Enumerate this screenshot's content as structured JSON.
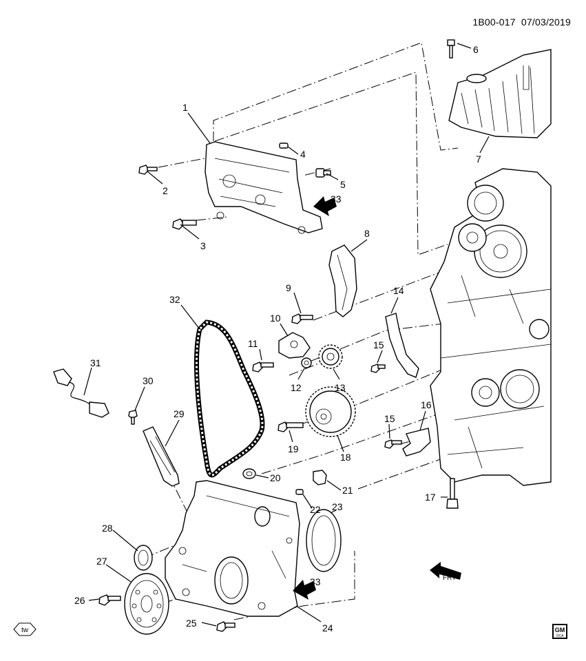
{
  "header": {
    "drawing_id": "1B00-017",
    "date": "07/03/2019"
  },
  "callouts": {
    "c1": "1",
    "c2": "2",
    "c3": "3",
    "c4": "4",
    "c5": "5",
    "c6": "6",
    "c7": "7",
    "c8": "8",
    "c9": "9",
    "c10": "10",
    "c11": "11",
    "c12": "12",
    "c13": "13",
    "c14": "14",
    "c15a": "15",
    "c15b": "15",
    "c16": "16",
    "c17": "17",
    "c18": "18",
    "c19": "19",
    "c20": "20",
    "c21": "21",
    "c22": "22",
    "c23": "23",
    "c24": "24",
    "c25": "25",
    "c26": "26",
    "c27": "27",
    "c28": "28",
    "c29": "29",
    "c30": "30",
    "c31": "31",
    "c32": "32",
    "c33a": "33",
    "c33b": "33"
  },
  "badges": {
    "tw": "tw",
    "frt": "FRT",
    "gm": "GM",
    "gm_sub": "OCA"
  }
}
